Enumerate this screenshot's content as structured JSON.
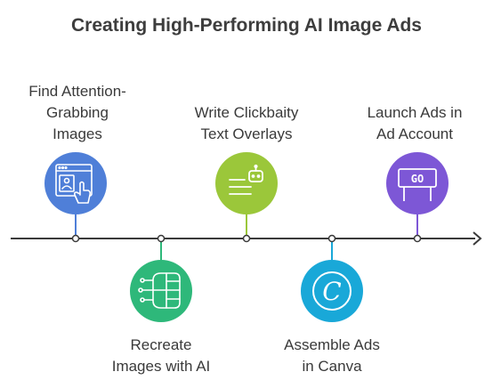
{
  "title": "Creating High-Performing AI Image Ads",
  "steps": [
    {
      "label": "Find Attention-\nGrabbing\nImages",
      "color": "#4f7fd8",
      "icon": "browser-touch-icon"
    },
    {
      "label": "Recreate\nImages with AI",
      "color": "#2eb87a",
      "icon": "ai-chip-icon"
    },
    {
      "label": "Write Clickbaity\nText Overlays",
      "color": "#9bc73a",
      "icon": "robot-text-icon"
    },
    {
      "label": "Assemble Ads\nin Canva",
      "color": "#19a8d8",
      "icon": "canva-logo-icon"
    },
    {
      "label": "Launch Ads in\nAd Account",
      "color": "#7d57d6",
      "icon": "go-sign-icon"
    }
  ],
  "colors": {
    "line": "#3a3a3a",
    "text": "#3a3a3a",
    "title": "#3d3d3d"
  }
}
